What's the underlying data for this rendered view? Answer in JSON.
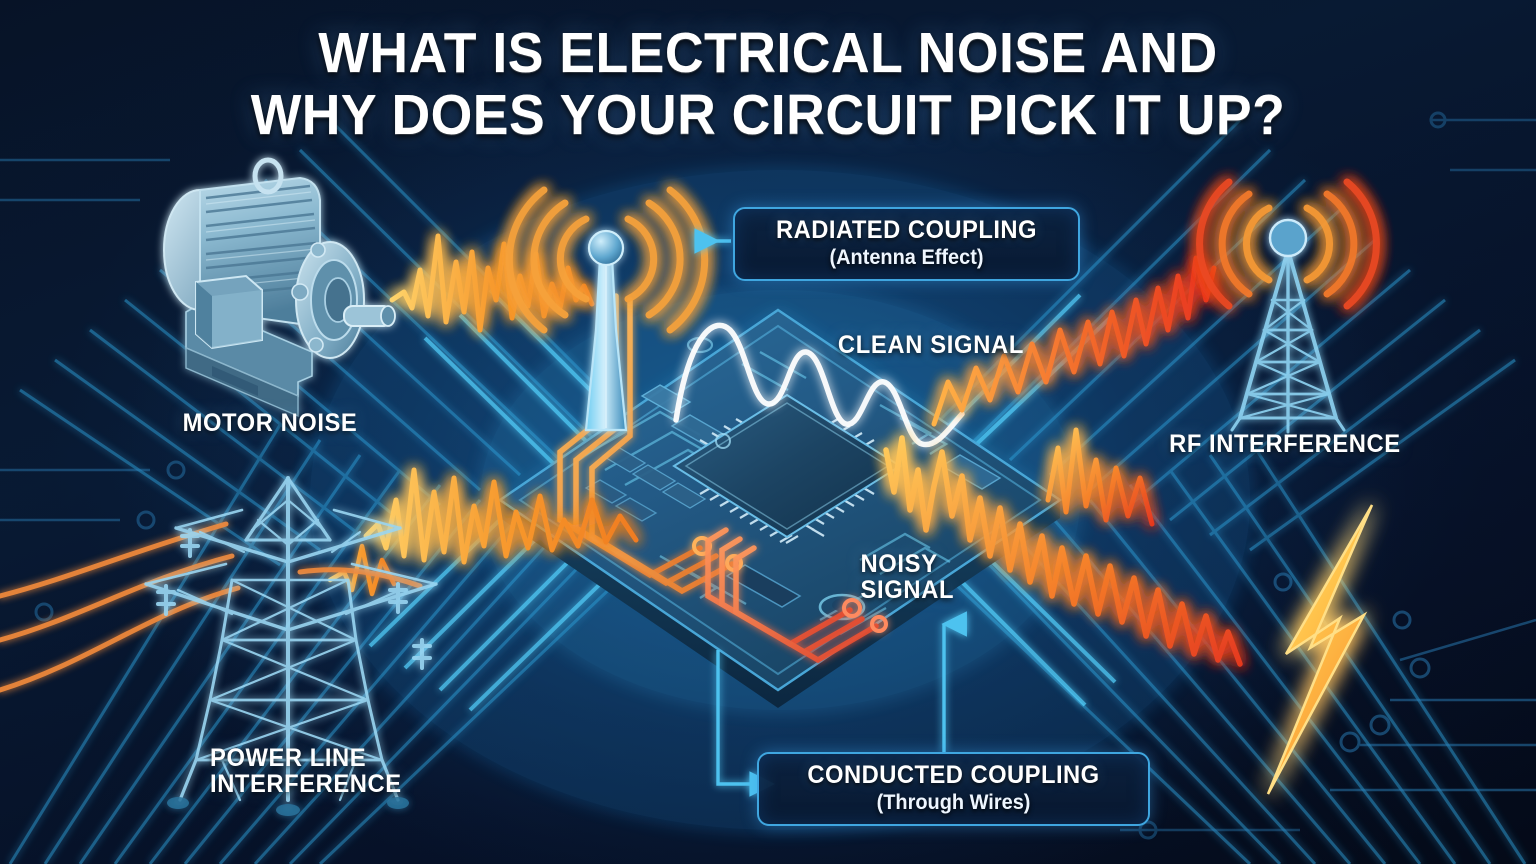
{
  "title": {
    "line1": "WHAT IS ELECTRICAL NOISE AND",
    "line2": "WHY DOES YOUR CIRCUIT PICK IT UP?"
  },
  "labels": {
    "motor_noise": "MOTOR NOISE",
    "power_line": "POWER LINE\nINTERFERENCE",
    "rf_interference": "RF INTERFERENCE",
    "clean_signal": "CLEAN SIGNAL",
    "noisy_signal": "NOISY\nSIGNAL"
  },
  "callouts": {
    "radiated": {
      "main": "RADIATED COUPLING",
      "sub": "(Antenna Effect)"
    },
    "conducted": {
      "main": "CONDUCTED COUPLING",
      "sub": "(Through Wires)"
    }
  },
  "icons": {
    "motor": "electric-motor-icon",
    "pylon": "power-pylon-icon",
    "antenna": "broadcast-antenna-icon",
    "rf_tower": "rf-lattice-tower-icon",
    "lightning": "lightning-bolt-icon",
    "pcb": "circuit-board-icon",
    "chip": "microchip-icon"
  },
  "colors": {
    "background_dark": "#071327",
    "background_mid": "#0d3260",
    "trace_cyan": "#35c8f5",
    "accent_cyan": "#3fa6e0",
    "noise_orange": "#f5a030",
    "noise_red": "#e8422a",
    "bolt_amber": "#ffc84a",
    "clean_wave": "#dff2ff",
    "text_white": "#ffffff"
  }
}
